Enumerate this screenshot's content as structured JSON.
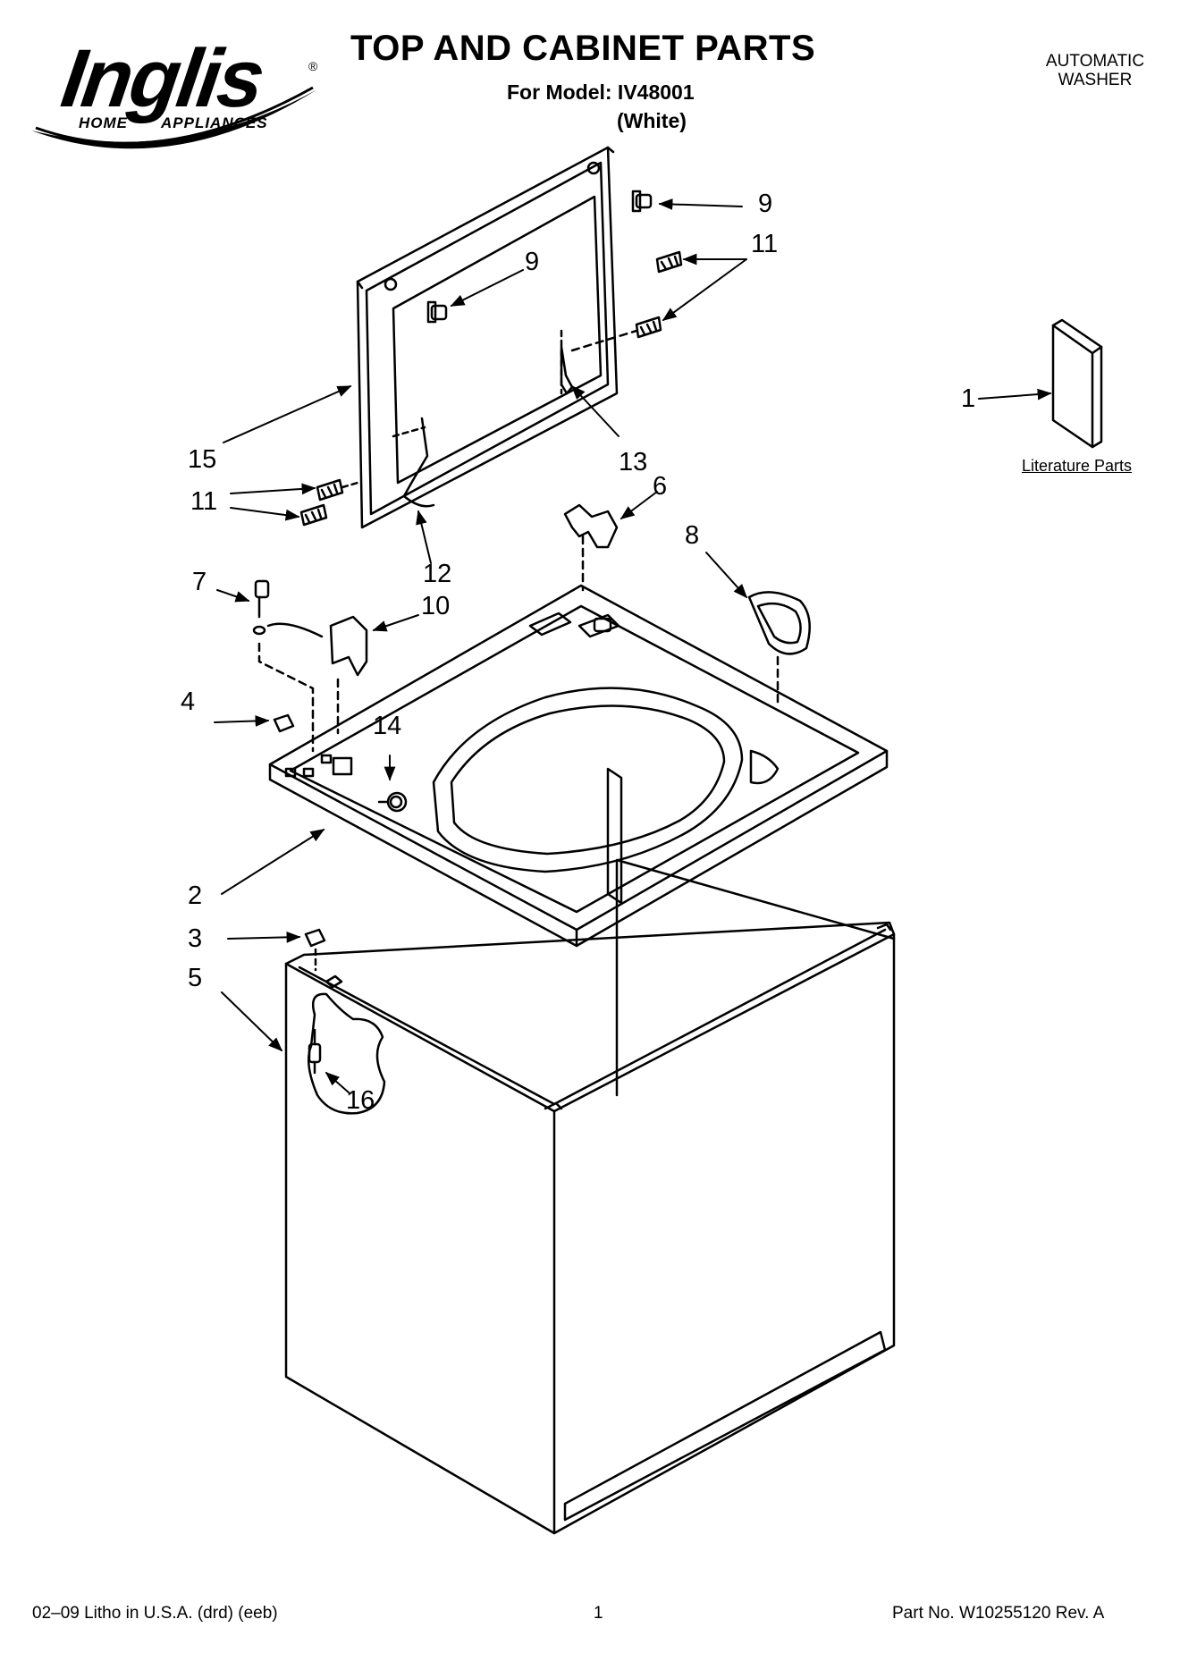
{
  "brand": {
    "name": "Inglis",
    "line1": "HOME",
    "line2": "APPLIANCES",
    "reg": "®"
  },
  "header": {
    "title": "TOP AND CABINET PARTS",
    "model_line": "For Model: IV48001",
    "color": "(White)",
    "appliance_line1": "AUTOMATIC",
    "appliance_line2": "WASHER"
  },
  "literature": {
    "label": "Literature Parts"
  },
  "callouts": [
    "1",
    "2",
    "3",
    "4",
    "5",
    "6",
    "7",
    "8",
    "9",
    "9",
    "10",
    "11",
    "11",
    "12",
    "13",
    "14",
    "15",
    "16"
  ],
  "footer": {
    "left": "02–09 Litho in U.S.A. (drd) (eeb)",
    "center": "1",
    "right": "Part No. W10255120 Rev. A"
  }
}
